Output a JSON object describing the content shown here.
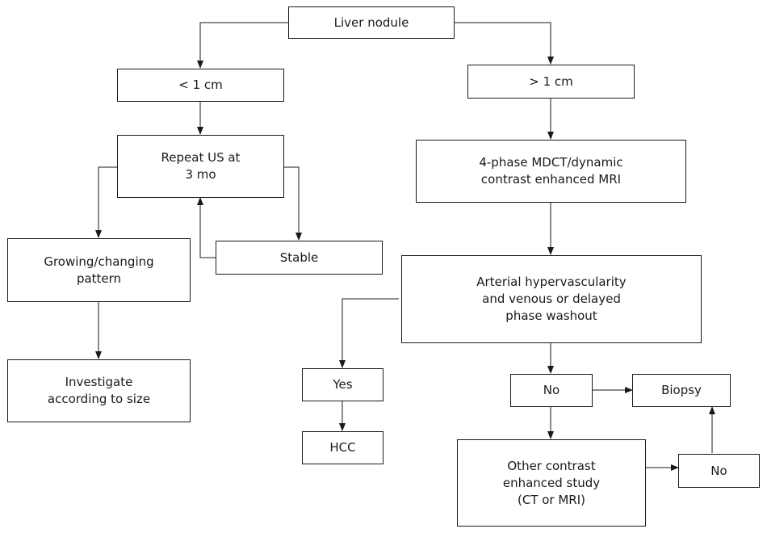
{
  "nodes": {
    "liver_nodule": [
      "Liver nodule"
    ],
    "lt_1cm": [
      "< 1 cm"
    ],
    "gt_1cm": [
      "> 1 cm"
    ],
    "repeat_us": [
      "Repeat US at",
      "3 mo"
    ],
    "mdct": [
      "4-phase MDCT/dynamic",
      "contrast enhanced MRI"
    ],
    "growing": [
      "Growing/changing",
      "pattern"
    ],
    "stable": [
      "Stable"
    ],
    "arterial": [
      "Arterial hypervascularity",
      "and venous or delayed",
      "phase washout"
    ],
    "investigate": [
      "Investigate",
      "according to size"
    ],
    "yes": [
      "Yes"
    ],
    "no1": [
      "No"
    ],
    "biopsy": [
      "Biopsy"
    ],
    "hcc": [
      "HCC"
    ],
    "other_study": [
      "Other contrast",
      "enhanced study",
      "(CT or MRI)"
    ],
    "no2": [
      "No"
    ]
  },
  "edges": [
    [
      "liver_nodule",
      "lt_1cm"
    ],
    [
      "liver_nodule",
      "gt_1cm"
    ],
    [
      "lt_1cm",
      "repeat_us"
    ],
    [
      "gt_1cm",
      "mdct"
    ],
    [
      "repeat_us",
      "growing"
    ],
    [
      "repeat_us",
      "stable"
    ],
    [
      "stable",
      "repeat_us"
    ],
    [
      "mdct",
      "arterial"
    ],
    [
      "growing",
      "investigate"
    ],
    [
      "arterial",
      "yes"
    ],
    [
      "arterial",
      "no1"
    ],
    [
      "yes",
      "hcc"
    ],
    [
      "no1",
      "biopsy"
    ],
    [
      "no1",
      "other_study"
    ],
    [
      "other_study",
      "no2"
    ],
    [
      "no2",
      "biopsy"
    ]
  ],
  "colors": {
    "line": "#1a1a1a",
    "box_fill": "#ffffff"
  }
}
